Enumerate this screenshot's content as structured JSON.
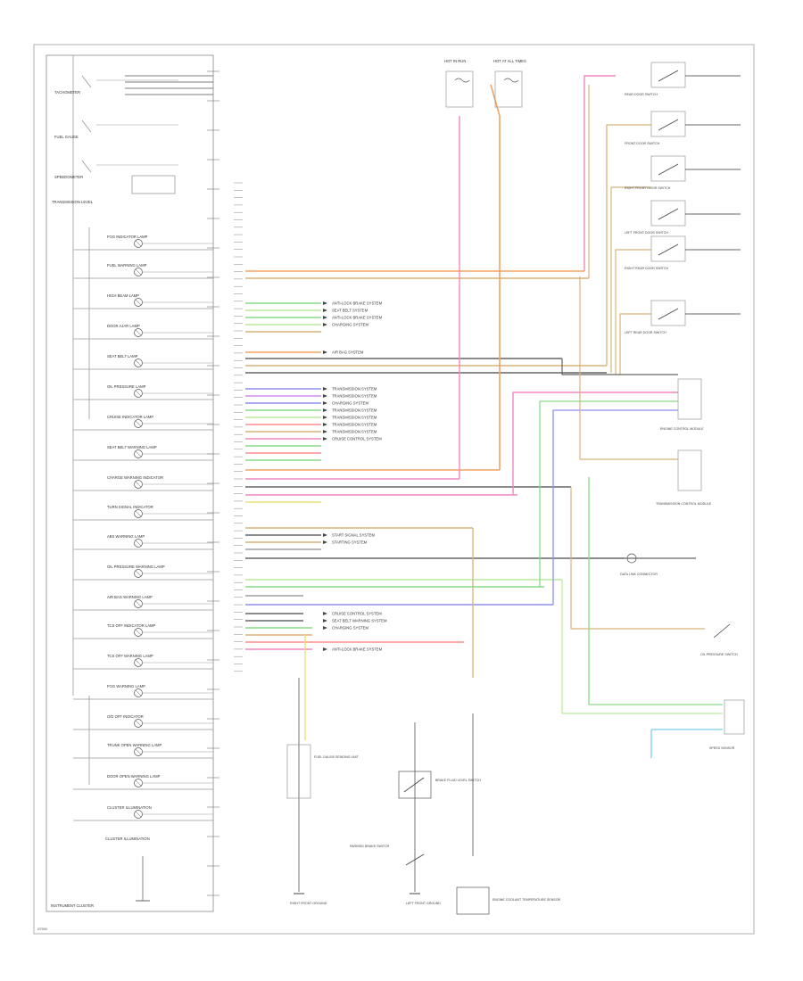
{
  "diagram": {
    "cluster_caption": "INSTRUMENT CLUSTER",
    "cluster_items": [
      "TACHOMETER",
      "FUEL GAUGE",
      "SPEEDOMETER",
      "TRANSMISSION LEVEL",
      "FOG INDICATOR LAMP",
      "FUEL WARNING LAMP",
      "HIGH BEAM LAMP",
      "DOOR AJAR LAMP",
      "SEAT BELT LAMP",
      "OIL PRESSURE LAMP",
      "CRUISE INDICATOR LAMP",
      "SEAT BELT WARNING LAMP",
      "CHARGE WARNING INDICATOR",
      "TURN SIGNAL INDICATOR",
      "ABS WARNING LAMP",
      "OIL PRESSURE WARNING LAMP",
      "AIR BAG WARNING LAMP",
      "TCS OFF INDICATOR LAMP",
      "TCS OFF WARNING LAMP",
      "FOG WARNING LAMP",
      "O/D OFF INDICATOR",
      "TRUNK OPEN WARNING LAMP",
      "DOOR OPEN WARNING LAMP",
      "CLUSTER ILLUMINATION"
    ],
    "fuse_labels": [
      "HOT IN RUN",
      "HOT AT ALL TIMES"
    ],
    "switches": [
      "REAR DOOR SWITCH",
      "FRONT DOOR SWITCH",
      "RIGHT FRONT DOOR SWITCH",
      "LEFT FRONT DOOR SWITCH",
      "RIGHT REAR DOOR SWITCH",
      "LEFT REAR DOOR SWITCH"
    ],
    "system_refs": [
      "ANTI-LOCK BRAKE SYSTEM",
      "SEAT BELT SYSTEM",
      "ANTI-LOCK BRAKE SYSTEM",
      "CHARGING SYSTEM",
      "AIR BAG SYSTEM",
      "TRANSMISSION SYSTEM",
      "TRANSMISSION SYSTEM",
      "CHARGING SYSTEM",
      "TRANSMISSION SYSTEM",
      "TRANSMISSION SYSTEM",
      "TRANSMISSION SYSTEM",
      "TRANSMISSION SYSTEM",
      "CRUISE CONTROL SYSTEM",
      "START SIGNAL SYSTEM",
      "STARTING SYSTEM",
      "CRUISE CONTROL SYSTEM",
      "SEAT BELT WARNING SYSTEM",
      "CHARGING SYSTEM",
      "ANTI-LOCK BRAKE SYSTEM"
    ],
    "right_components": [
      "ENGINE CONTROL MODULE",
      "TRANSMISSION CONTROL MODULE",
      "DATA LINK CONNECTOR",
      "OIL PRESSURE SWITCH",
      "SPEED SENSOR"
    ],
    "bottom_components": [
      "FUEL GAUGE SENDING UNIT",
      "BRAKE FLUID LEVEL SWITCH",
      "PARKING BRAKE SWITCH",
      "ENGINE COOLANT TEMPERATURE SENSOR",
      "RIGHT FRONT GROUND",
      "LEFT FRONT GROUND"
    ],
    "figure_code": "G7000"
  },
  "colors": {
    "frame": "#999999",
    "wire_black": "#666666",
    "wire_orange": "#f4a261",
    "wire_tan": "#d8b47a",
    "wire_pink": "#ef88c0",
    "wire_red": "#ff8e8e",
    "wire_green": "#86dc86",
    "wire_lgreen": "#b9ec9a",
    "wire_blue": "#8d8ff0",
    "wire_lblue": "#8fd6ef",
    "wire_yellow": "#e9e27a",
    "wire_gray": "#a0a0a0",
    "wire_violet": "#d28cf0"
  }
}
